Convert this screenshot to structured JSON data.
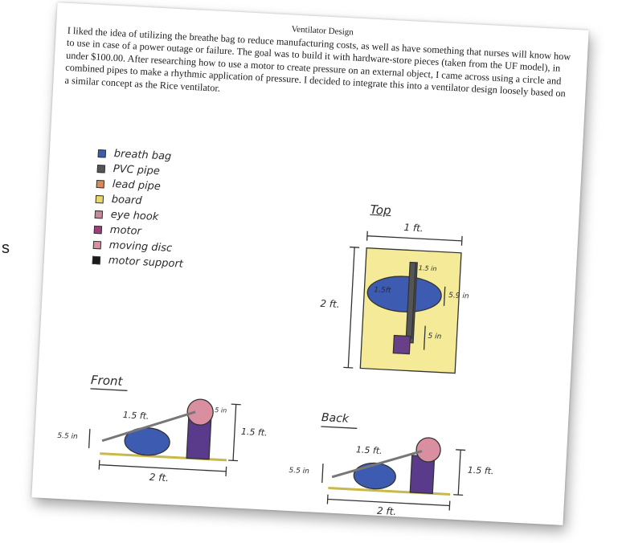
{
  "stray_letter": "s",
  "document": {
    "title": "Ventilator Design",
    "body": "I liked the idea of utilizing the breathe bag to reduce manufacturing costs, as well as have something that nurses will know how to use in case of a power outage or failure. The goal was to build it with hardware-store pieces (taken from the UF model), in under $100.00. After researching how to use a motor to create pressure on an external object, I came across using a circle and combined pipes to make a rhythmic application of pressure. I decided to integrate this into a ventilator design loosely based on a similar concept as the Rice ventilator."
  },
  "legend": [
    {
      "label": "breath bag",
      "color": "#3d5bb0"
    },
    {
      "label": "PVC pipe",
      "color": "#555555"
    },
    {
      "label": "lead pipe",
      "color": "#d98a5a"
    },
    {
      "label": "board",
      "color": "#e8d86a"
    },
    {
      "label": "eye hook",
      "color": "#c48a9a"
    },
    {
      "label": "motor",
      "color": "#9a3f7a"
    },
    {
      "label": "moving disc",
      "color": "#d98fa0"
    },
    {
      "label": "motor support",
      "color": "#1a1a1a"
    }
  ],
  "views": {
    "top": {
      "heading": "Top",
      "width_label": "1 ft.",
      "height_label": "2 ft.",
      "bag_label": "1.5ft",
      "gap_label": "5.9 in",
      "short_label": "5 in",
      "small_label": "1.5 in"
    },
    "front": {
      "heading": "Front",
      "pipe_label": "1.5 ft.",
      "height_label": "1.5 ft.",
      "bag_label": "5.5 in",
      "width_label": "2 ft.",
      "small_label": "5 in"
    },
    "back": {
      "heading": "Back",
      "pipe_label": "1.5 ft.",
      "height_label": "1.5 ft.",
      "bag_label": "5.5 in",
      "width_label": "2 ft."
    }
  }
}
